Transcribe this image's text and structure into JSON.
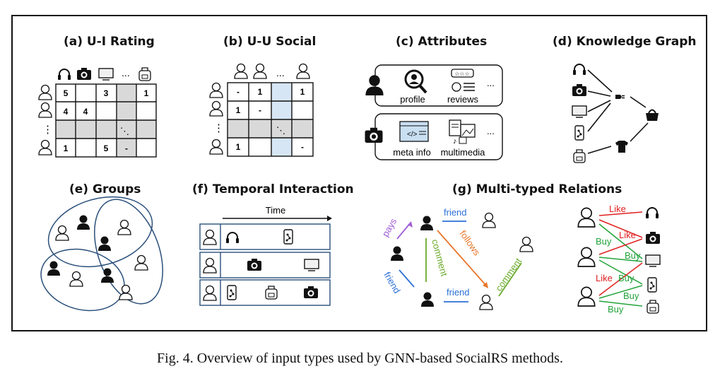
{
  "panels": {
    "a": {
      "title": "(a) U-I Rating",
      "rows": [
        [
          "5",
          "",
          "3",
          "",
          "1"
        ],
        [
          "4",
          "4",
          "",
          "",
          ""
        ],
        [
          "",
          "",
          "",
          "",
          ""
        ],
        [
          "1",
          "",
          "5",
          "-",
          ""
        ]
      ],
      "ellipsis": "...",
      "vdots": "⋮",
      "ddots": "⋱"
    },
    "b": {
      "title": "(b) U-U Social",
      "rows": [
        [
          "-",
          "1",
          "",
          "",
          "1"
        ],
        [
          "1",
          "-",
          "",
          "",
          ""
        ],
        [
          "",
          "",
          "",
          "",
          ""
        ],
        [
          "1",
          "",
          "",
          "",
          "-"
        ]
      ],
      "ellipsis": "...",
      "vdots": "⋮",
      "ddots": "⋱"
    },
    "c": {
      "title": "(c) Attributes",
      "user_labels": [
        "profile",
        "reviews"
      ],
      "item_labels": [
        "meta info",
        "multimedia"
      ],
      "ellipsis": "..."
    },
    "d": {
      "title": "(d) Knowledge Graph"
    },
    "e": {
      "title": "(e) Groups"
    },
    "f": {
      "title": "(f) Temporal Interaction",
      "axis_label": "Time"
    },
    "g": {
      "title": "(g) Multi-typed Relations",
      "social_labels": {
        "pays": "pays",
        "friend_top": "friend",
        "comment_left": "comment",
        "follows": "follows",
        "friend_left": "friend",
        "friend_bottom": "friend",
        "comment_right": "comment"
      },
      "relation_labels": {
        "like": "Like",
        "buy": "Buy"
      }
    }
  },
  "caption": "Fig. 4.  Overview of input types used by GNN-based SocialRS methods.",
  "colors": {
    "highlight_gray": "#d9d9d9",
    "cell_blue": "#d6e6f4",
    "pays": "#a05cd6",
    "friend": "#2b6fd6",
    "comment": "#6aaa2a",
    "follows": "#e7762a",
    "like": "#e02020",
    "buy": "#22a33a"
  }
}
